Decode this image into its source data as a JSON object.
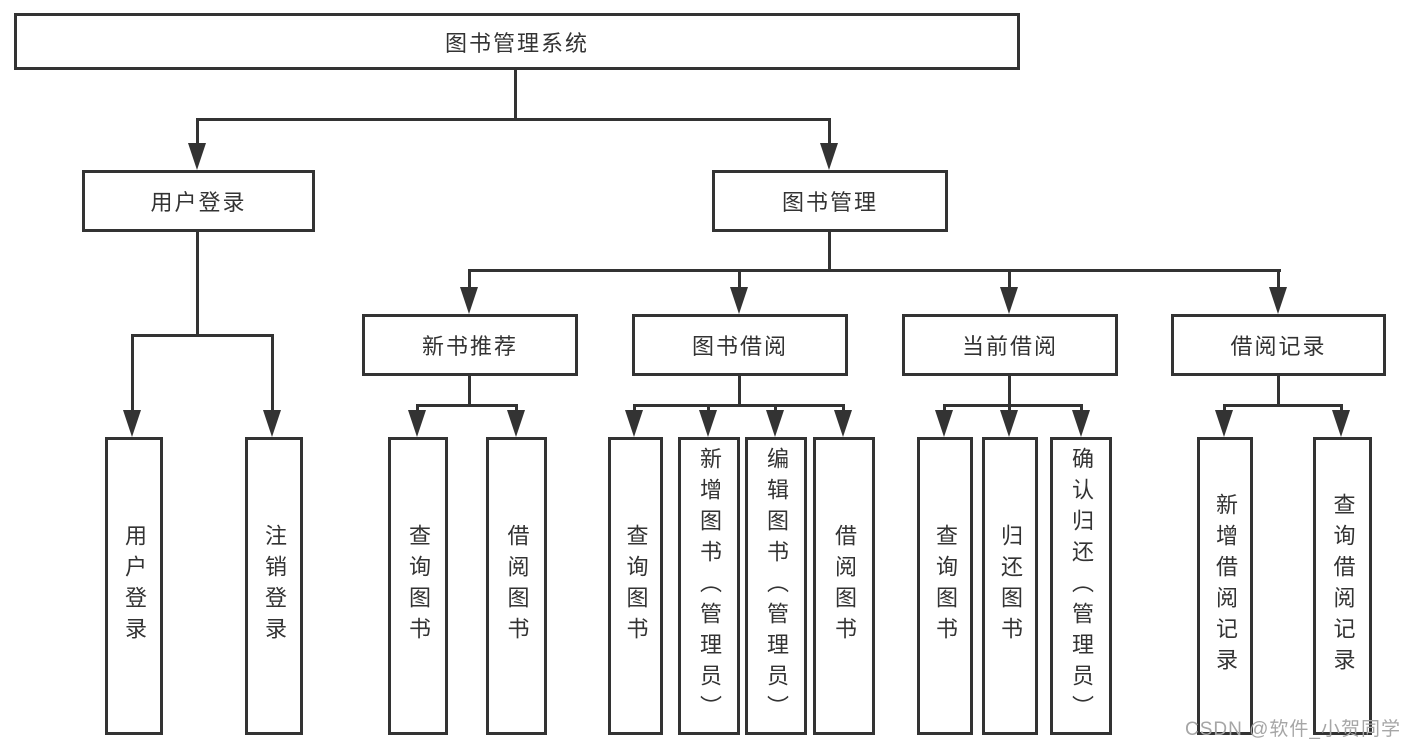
{
  "colors": {
    "line": "#333333",
    "box_border": "#333333",
    "text": "#333333",
    "background": "#ffffff",
    "watermark": "#a6a6a6"
  },
  "tree": {
    "root": {
      "label": "图书管理系统"
    },
    "branches": [
      {
        "label": "用户登录",
        "children": [
          {
            "label": "用户登录"
          },
          {
            "label": "注销登录"
          }
        ]
      },
      {
        "label": "图书管理",
        "children": [
          {
            "label": "新书推荐",
            "children": [
              {
                "label": "查询图书"
              },
              {
                "label": "借阅图书"
              }
            ]
          },
          {
            "label": "图书借阅",
            "children": [
              {
                "label": "查询图书"
              },
              {
                "label": "新增图书（管理员）"
              },
              {
                "label": "编辑图书（管理员）"
              },
              {
                "label": "借阅图书"
              }
            ]
          },
          {
            "label": "当前借阅",
            "children": [
              {
                "label": "查询图书"
              },
              {
                "label": "归还图书"
              },
              {
                "label": "确认归还（管理员）"
              }
            ]
          },
          {
            "label": "借阅记录",
            "children": [
              {
                "label": "新增借阅记录"
              },
              {
                "label": "查询借阅记录"
              }
            ]
          }
        ]
      }
    ]
  },
  "watermark": {
    "text": "CSDN @软件_小贺同学"
  }
}
